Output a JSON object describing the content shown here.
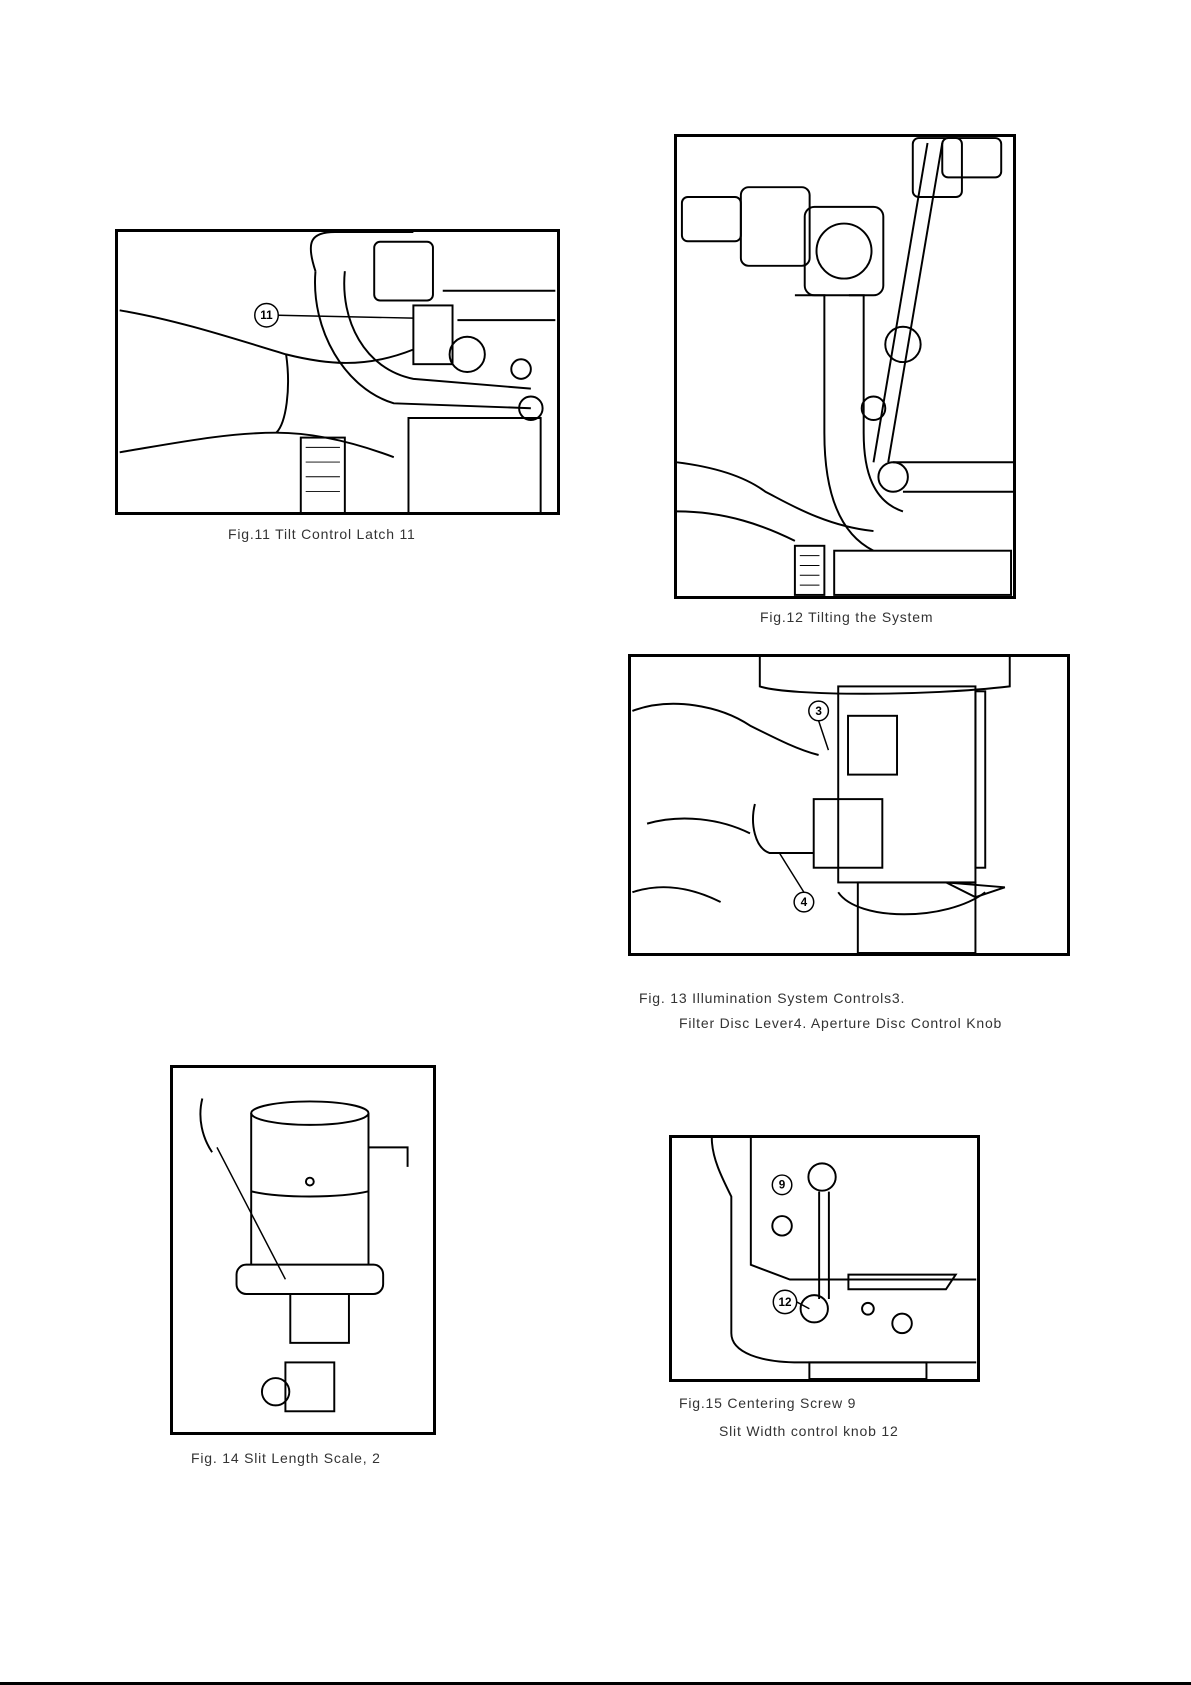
{
  "figures": {
    "fig11": {
      "caption": "Fig.11 Tilt Control Latch 11",
      "callouts": [
        "11"
      ]
    },
    "fig12": {
      "caption": "Fig.12 Tilting the System",
      "callouts": []
    },
    "fig13": {
      "caption_line1": "Fig. 13 Illumination System Controls3.",
      "caption_line2": "Filter Disc Lever4. Aperture Disc Control Knob",
      "callouts": [
        "3",
        "4"
      ]
    },
    "fig14": {
      "caption": "Fig. 14 Slit Length Scale, 2",
      "callouts": []
    },
    "fig15": {
      "caption_line1": "Fig.15     Centering Screw 9",
      "caption_line2": "Slit Width control knob 12",
      "callouts": [
        "9",
        "12"
      ]
    }
  }
}
